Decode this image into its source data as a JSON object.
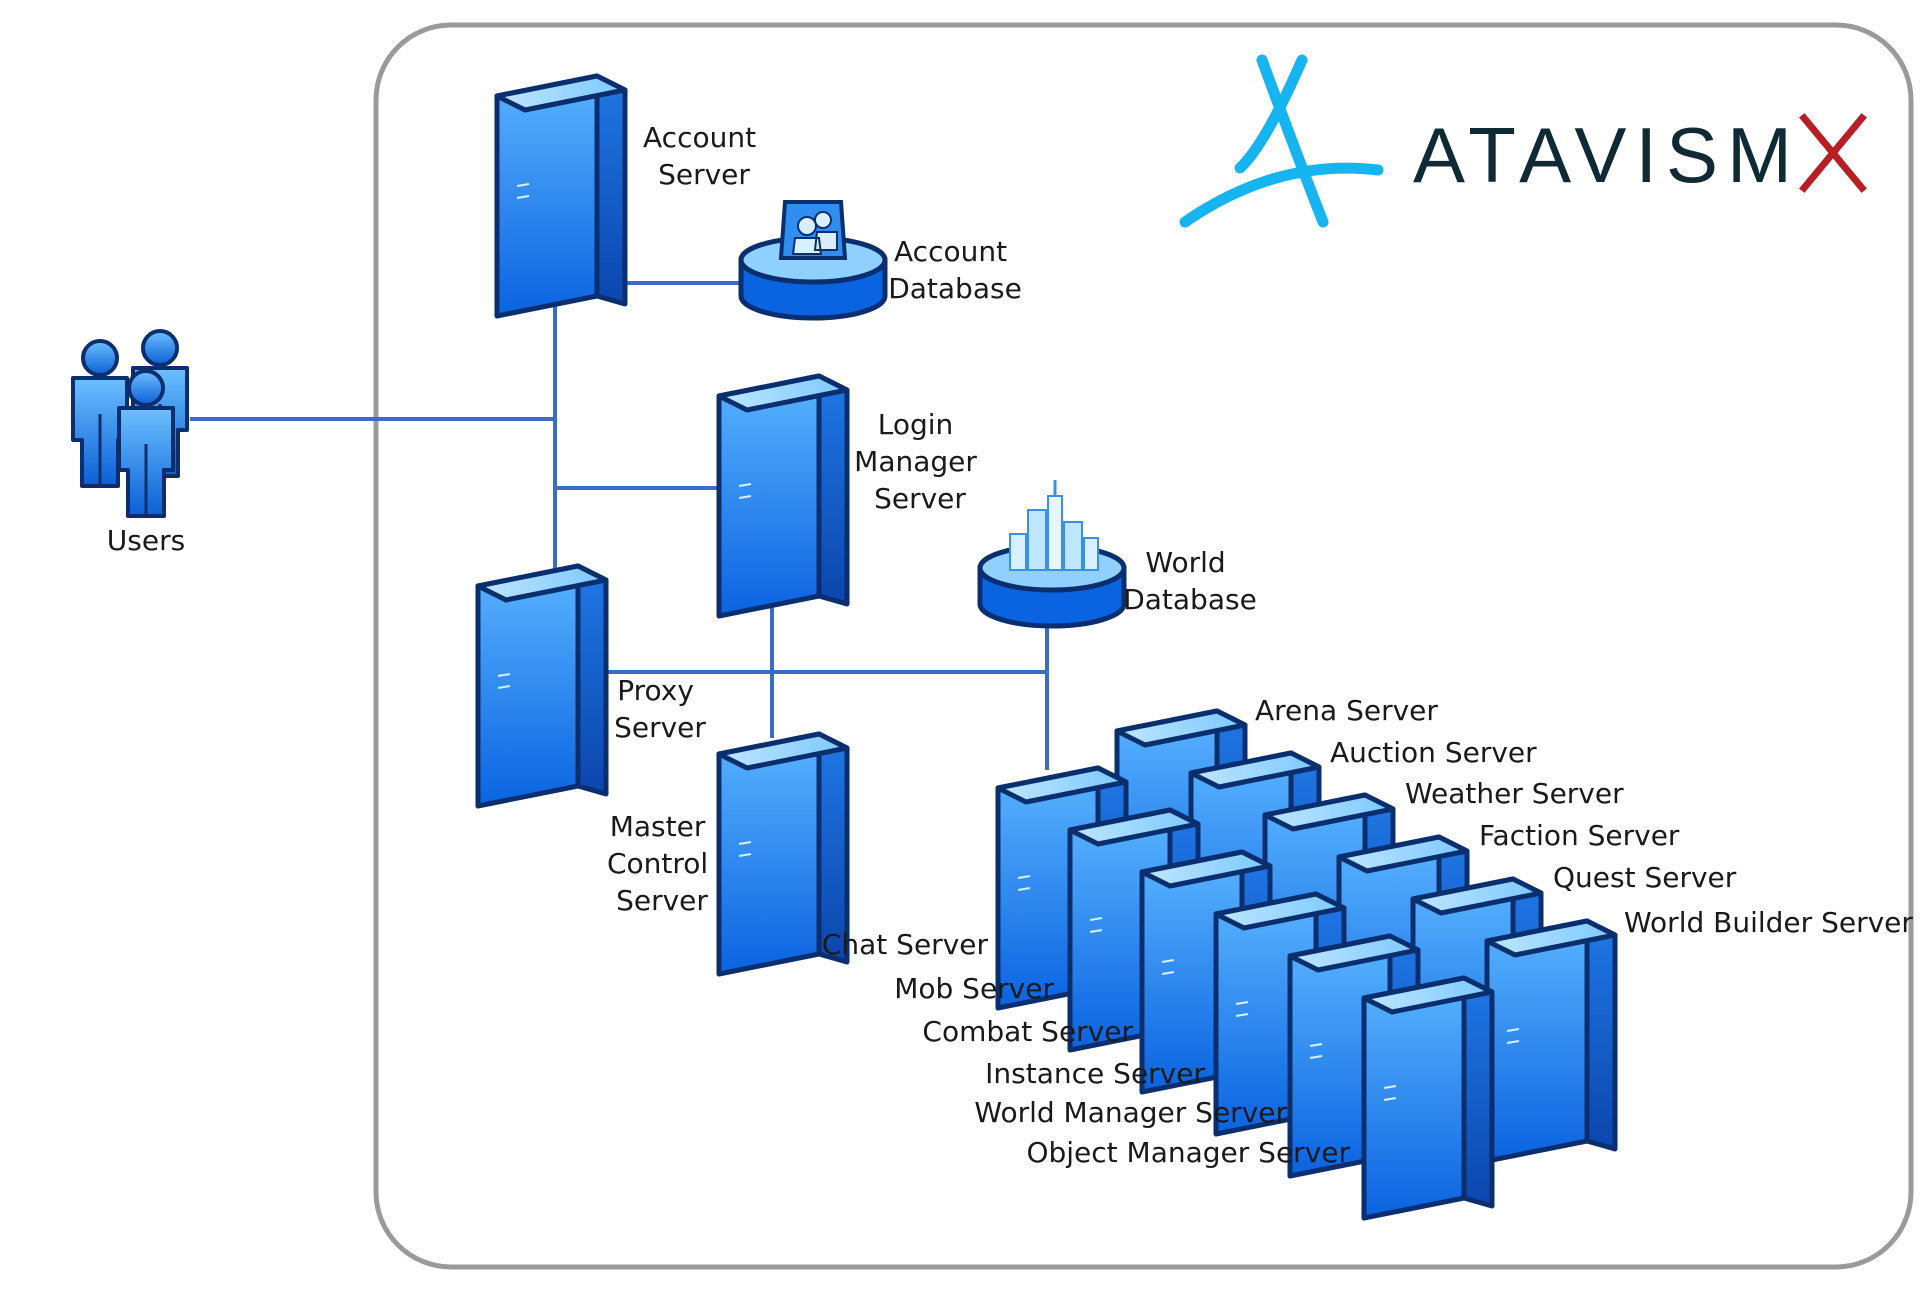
{
  "brand": {
    "name": "ATAVISM",
    "mark": "X",
    "colors": {
      "cyan": "#16b4f0",
      "red": "#b81f24",
      "dark": "#0f2a33"
    }
  },
  "colors": {
    "frame": "#9a9a9a",
    "wire": "#3c6dc4",
    "server_front_top": "#5ab4ff",
    "server_front_bottom": "#0a63e0",
    "server_outline": "#0b2f6e"
  },
  "icons": {
    "users": "users-group-icon",
    "server": "server-tower-icon",
    "account_db": "user-database-icon",
    "world_db": "city-database-icon"
  },
  "labels": {
    "users": [
      "Users"
    ],
    "account_server": [
      "Account",
      "Server"
    ],
    "account_database": [
      "Account",
      "Database"
    ],
    "login_manager_server": [
      "Login",
      "Manager",
      "Server"
    ],
    "world_database": [
      "World",
      "Database"
    ],
    "proxy_server": [
      "Proxy",
      "Server"
    ],
    "master_control_server": [
      "Master",
      "Control",
      "Server"
    ],
    "cluster_back": [
      "Arena Server",
      "Auction Server",
      "Weather Server",
      "Faction Server",
      "Quest Server",
      "World Builder Server"
    ],
    "cluster_front": [
      "Chat Server",
      "Mob Server",
      "Combat Server",
      "Instance Server",
      "World Manager Server",
      "Object Manager Server"
    ]
  }
}
